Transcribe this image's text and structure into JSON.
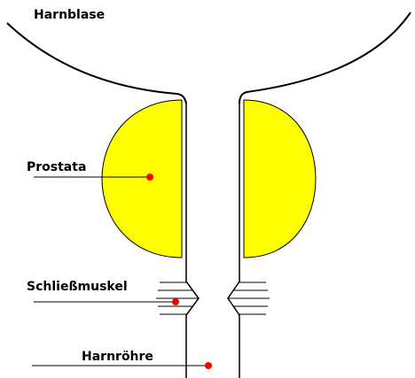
{
  "labels": {
    "bladder": "Harnblase",
    "prostate": "Prostata",
    "sphincter": "Schließmuskel",
    "urethra": "Harnröhre"
  },
  "colors": {
    "prostate_fill": "#ffff00",
    "marker": "#ff0000",
    "outline": "#000000"
  }
}
